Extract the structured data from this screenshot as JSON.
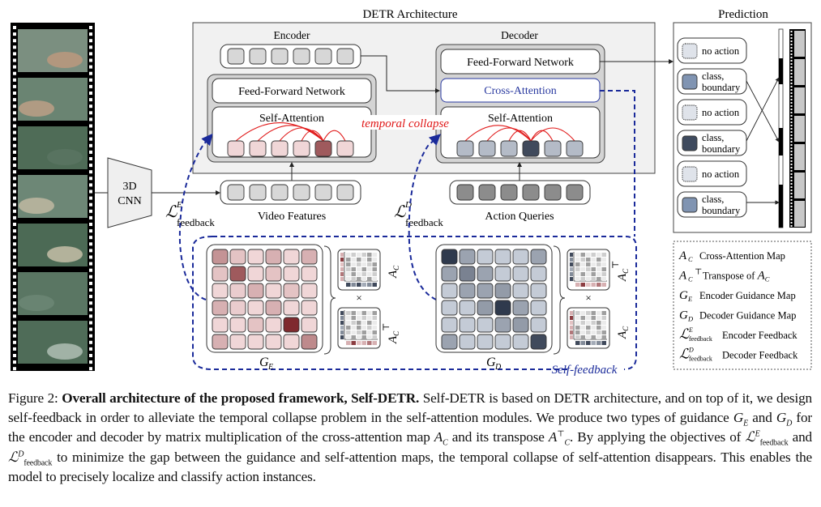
{
  "figure": {
    "detr_title": "DETR Architecture",
    "encoder_title": "Encoder",
    "decoder_title": "Decoder",
    "prediction_title": "Prediction",
    "encoder_ffn": "Feed-Forward Network",
    "encoder_self_attention": "Self-Attention",
    "decoder_ffn": "Feed-Forward Network",
    "decoder_cross_attention": "Cross-Attention",
    "decoder_self_attention": "Self-Attention",
    "temporal_collapse": "temporal collapse",
    "cnn_label_line1": "3D",
    "cnn_label_line2": "CNN",
    "video_features": "Video Features",
    "action_queries": "Action Queries",
    "loss_encoder": {
      "symbol": "ℒ",
      "sup": "E",
      "sub": "feedback"
    },
    "loss_decoder": {
      "symbol": "ℒ",
      "sup": "D",
      "sub": "feedback"
    },
    "self_feedback": "Self-feedback",
    "guidance_encoder": {
      "symbol": "G",
      "sub": "E"
    },
    "guidance_decoder": {
      "symbol": "G",
      "sub": "D"
    },
    "times": "×",
    "ac_label": {
      "symbol": "A",
      "sub": "C"
    },
    "act_label": {
      "symbol": "A",
      "sub": "C",
      "sup": "⊤"
    },
    "encoder_attention_weights": [
      0.1,
      0.1,
      0.1,
      0.1,
      0.75,
      0.1
    ],
    "decoder_attention_weights": [
      0.2,
      0.2,
      0.2,
      0.9,
      0.2,
      0.2
    ],
    "ge_matrix": [
      [
        0.45,
        0.2,
        0.1,
        0.3,
        0.1,
        0.3
      ],
      [
        0.2,
        0.75,
        0.1,
        0.2,
        0.1,
        0.1
      ],
      [
        0.1,
        0.15,
        0.3,
        0.1,
        0.2,
        0.1
      ],
      [
        0.3,
        0.15,
        0.1,
        0.3,
        0.1,
        0.1
      ],
      [
        0.1,
        0.1,
        0.2,
        0.1,
        1.0,
        0.1
      ],
      [
        0.3,
        0.1,
        0.1,
        0.1,
        0.1,
        0.5
      ]
    ],
    "gd_matrix": [
      [
        1.0,
        0.35,
        0.1,
        0.1,
        0.1,
        0.35
      ],
      [
        0.35,
        0.55,
        0.35,
        0.1,
        0.1,
        0.1
      ],
      [
        0.1,
        0.35,
        0.35,
        0.4,
        0.1,
        0.1
      ],
      [
        0.1,
        0.1,
        0.4,
        1.0,
        0.35,
        0.1
      ],
      [
        0.1,
        0.1,
        0.1,
        0.35,
        0.4,
        0.1
      ],
      [
        0.35,
        0.1,
        0.1,
        0.1,
        0.1,
        0.9
      ]
    ],
    "predictions": [
      {
        "type": "no-action",
        "label": "no action"
      },
      {
        "type": "action",
        "label_line1": "class,",
        "label_line2": "boundary",
        "shade": "mid"
      },
      {
        "type": "no-action",
        "label": "no action"
      },
      {
        "type": "action",
        "label_line1": "class,",
        "label_line2": "boundary",
        "shade": "dark"
      },
      {
        "type": "no-action",
        "label": "no action"
      },
      {
        "type": "action",
        "label_line1": "class,",
        "label_line2": "boundary",
        "shade": "mid"
      }
    ],
    "legend": [
      {
        "symbol": "A",
        "sub": "C",
        "sup": "",
        "text": "Cross-Attention Map"
      },
      {
        "symbol": "A",
        "sub": "C",
        "sup": "⊤",
        "text": "Transpose of ",
        "text_math": "A",
        "text_math_sub": "C"
      },
      {
        "symbol": "G",
        "sub": "E",
        "sup": "",
        "text": "Encoder Guidance Map"
      },
      {
        "symbol": "G",
        "sub": "D",
        "sup": "",
        "text": "Decoder Guidance Map"
      },
      {
        "symbol": "ℒ",
        "sub": "feedback",
        "sup": "E",
        "text": "Encoder Feedback"
      },
      {
        "symbol": "ℒ",
        "sub": "feedback",
        "sup": "D",
        "text": "Decoder Feedback"
      }
    ],
    "colors": {
      "feedback_blue": "#1a2a9a",
      "collapse_red": "#e01818",
      "cross_attention_blue": "#2a3aa0",
      "encoder_red_dark": "#7f2a2e",
      "decoder_blue_dark": "#2f3a4d",
      "panel_gray": "#f1f1f1",
      "module_gray": "#d9d9d9"
    }
  },
  "caption": {
    "label": "Figure 2:",
    "bold": "Overall architecture of the proposed framework, Self-DETR.",
    "p1": "Self-DETR is based on DETR architecture, and on top of it, we design self-feedback in order to alleviate the temporal collapse problem in the self-attention modules. We produce two types of guidance",
    "ge": "G",
    "ge_sub": "E",
    "and1": "and",
    "gd": "G",
    "gd_sub": "D",
    "p2": "for the encoder and decoder by matrix multiplication of the cross-attention map",
    "ac": "A",
    "ac_sub": "C",
    "p3": "and its transpose",
    "act": "A",
    "act_sub": "C",
    "act_sup": "⊤",
    "p4": ". By applying the objectives of",
    "le": "ℒ",
    "le_sup": "E",
    "le_sub": "feedback",
    "and2": "and",
    "ld": "ℒ",
    "ld_sup": "D",
    "ld_sub": "feedback",
    "p5": "to minimize the gap between the guidance and self-attention maps, the temporal collapse of self-attention disappears. This enables the model to precisely localize and classify action instances."
  }
}
